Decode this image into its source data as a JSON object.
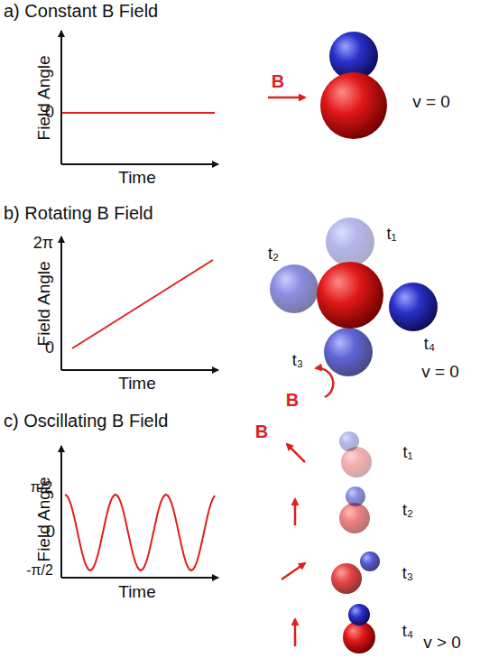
{
  "diagram": {
    "labels": [
      "a) Constant B Field",
      "Field Angle",
      "0",
      "Time",
      "B",
      "v = 0",
      "b) Rotating B Field",
      "Field Angle",
      "2π",
      "0",
      "Time",
      "t₁",
      "t₂",
      "t₃",
      "t₄",
      "B",
      "v = 0",
      "c) Oscillating B Field",
      "Field Angle",
      "π/2",
      "0",
      "-π/2",
      "Time",
      "B",
      "t₁",
      "t₂",
      "t₃",
      "t₄",
      "v > 0"
    ]
  }
}
